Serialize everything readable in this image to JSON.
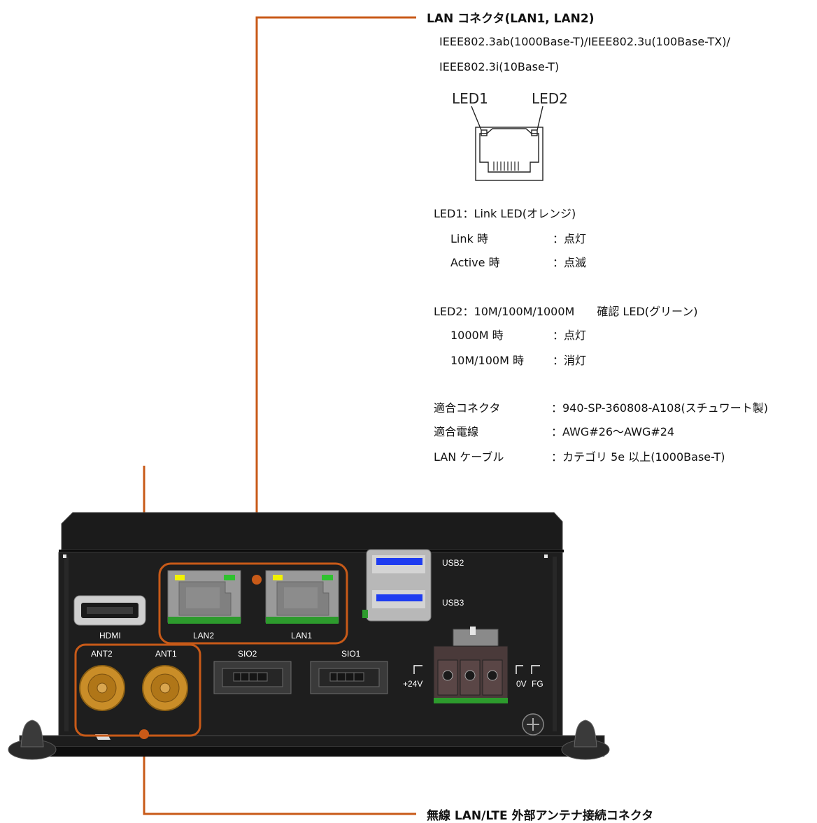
{
  "lan": {
    "title": "LAN コネクタ(LAN1, LAN2)",
    "standards": [
      "IEEE802.3ab(1000Base-T)/IEEE802.3u(100Base-TX)/",
      "IEEE802.3i(10Base-T)"
    ],
    "led1_label": "LED1",
    "led2_label": "LED2",
    "led1": {
      "heading": "LED1：Link LED(オレンジ)",
      "rows": [
        {
          "k": "Link 時",
          "v": "：点灯"
        },
        {
          "k": "Active 時",
          "v": "：点滅"
        }
      ]
    },
    "led2": {
      "heading": "LED2：10M/100M/1000M　　確認 LED(グリーン)",
      "rows": [
        {
          "k": "1000M 時",
          "v": "：点灯"
        },
        {
          "k": "10M/100M 時",
          "v": "：消灯"
        }
      ]
    },
    "specs": [
      {
        "k": "適合コネクタ",
        "v": "：940-SP-360808-A108(スチュワート製)"
      },
      {
        "k": "適合電線",
        "v": "：AWG#26～AWG#24"
      },
      {
        "k": "LAN ケーブル",
        "v": "：カテゴリ 5e 以上(1000Base-T)"
      }
    ]
  },
  "antenna": {
    "title": "無線 LAN/LTE 外部アンテナ接続コネクタ"
  },
  "device": {
    "labels": {
      "usb2": "USB2",
      "usb3": "USB3",
      "hdmi": "HDMI",
      "lan2": "LAN2",
      "lan1": "LAN1",
      "ant2": "ANT2",
      "ant1": "ANT1",
      "sio2": "SIO2",
      "sio1": "SIO1",
      "v24": "+24V",
      "ov": "0V",
      "fg": "FG"
    }
  },
  "colors": {
    "callout": "#c85a18",
    "led_yellow": "#f2f200",
    "led_green": "#2fc22f",
    "usb_blue": "#1e3cf0",
    "antenna_gold": "#c98d28"
  }
}
